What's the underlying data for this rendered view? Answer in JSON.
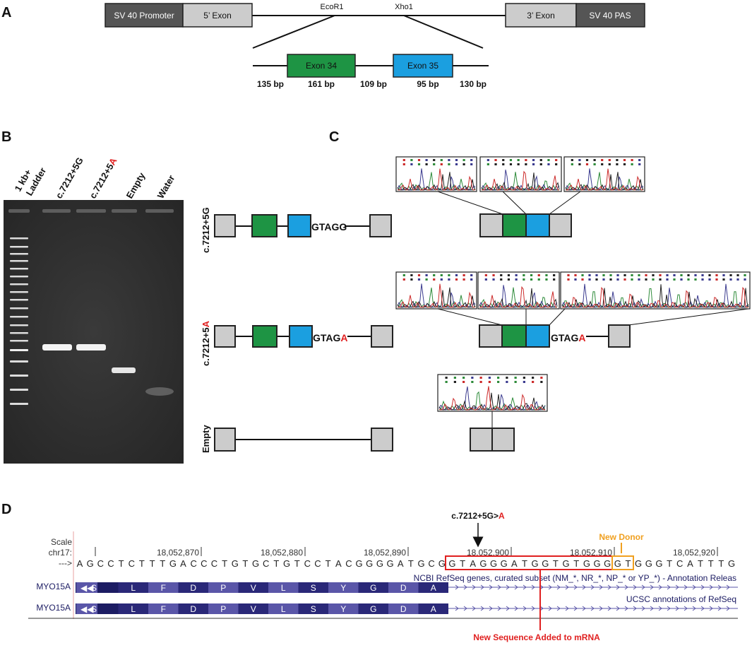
{
  "panels": {
    "a": "A",
    "b": "B",
    "c": "C",
    "d": "D"
  },
  "colors": {
    "exon34": "#1e9444",
    "exon35": "#1b9fe0",
    "vector_dark": "#555555",
    "vector_light": "#cccccc",
    "mutant_red": "#e02020",
    "new_donor": "#f0a020",
    "ucsc_bar": "#1c1c63",
    "ucsc_bar_light": "#5a56a8"
  },
  "construct": {
    "promoter": "SV 40 Promoter",
    "exon5": "5’ Exon",
    "ecor1": "EcoR1",
    "xho1": "Xho1",
    "exon3": "3’ Exon",
    "pas": "SV 40 PAS",
    "exon34": "Exon 34",
    "exon35": "Exon 35",
    "sizes": [
      "135 bp",
      "161 bp",
      "109 bp",
      "95 bp",
      "130 bp"
    ]
  },
  "gel": {
    "lanes": {
      "ladder": [
        "1 kb+",
        "Ladder"
      ],
      "wt": "c.7212+5G",
      "mut_prefix": "c.7212+5",
      "mut_letter": "A",
      "empty": "Empty",
      "water": "Water"
    }
  },
  "splicing": {
    "row1_label": "c.7212+5G",
    "row2_prefix": "c.7212+5",
    "row2_letter": "A",
    "row3_label": "Empty",
    "wt_seq": "GTAGG",
    "mut_seq_prefix": "GTAG",
    "mut_seq_letter": "A"
  },
  "browser": {
    "mutation_prefix": "c.7212+5G>",
    "mutation_letter": "A",
    "new_donor": "New Donor",
    "scale": "Scale",
    "chrom": "chr17:",
    "ticks": [
      "18,052,870",
      "18,052,880",
      "18,052,890",
      "18,052,900",
      "18,052,910",
      "18,052,920"
    ],
    "arrow": "--->",
    "sequence": [
      "A",
      "G",
      "C",
      "C",
      "T",
      "C",
      "T",
      "T",
      "T",
      "G",
      "A",
      "C",
      "C",
      "C",
      "T",
      "G",
      "T",
      "G",
      "C",
      "T",
      "G",
      "T",
      "C",
      "C",
      "T",
      "A",
      "C",
      "G",
      "G",
      "G",
      "G",
      "A",
      "T",
      "G",
      "C",
      "G",
      "G",
      "T",
      "A",
      "G",
      "G",
      "G",
      "A",
      "T",
      "G",
      "G",
      "T",
      "G",
      "T",
      "G",
      "G",
      "G",
      "G",
      "T",
      "G",
      "G",
      "G",
      "T",
      "C",
      "A",
      "T",
      "T",
      "T",
      "G"
    ],
    "gene": "MYO15A",
    "amino_acids": [
      "S",
      "L",
      "F",
      "D",
      "P",
      "V",
      "L",
      "S",
      "Y",
      "G",
      "D",
      "A"
    ],
    "track1": "NCBI RefSeq genes, curated subset (NM_*, NR_*, NP_* or YP_*) - Annotation Releas",
    "track2": "UCSC annotations of RefSeq",
    "new_sequence": "New Sequence Added to mRNA"
  }
}
